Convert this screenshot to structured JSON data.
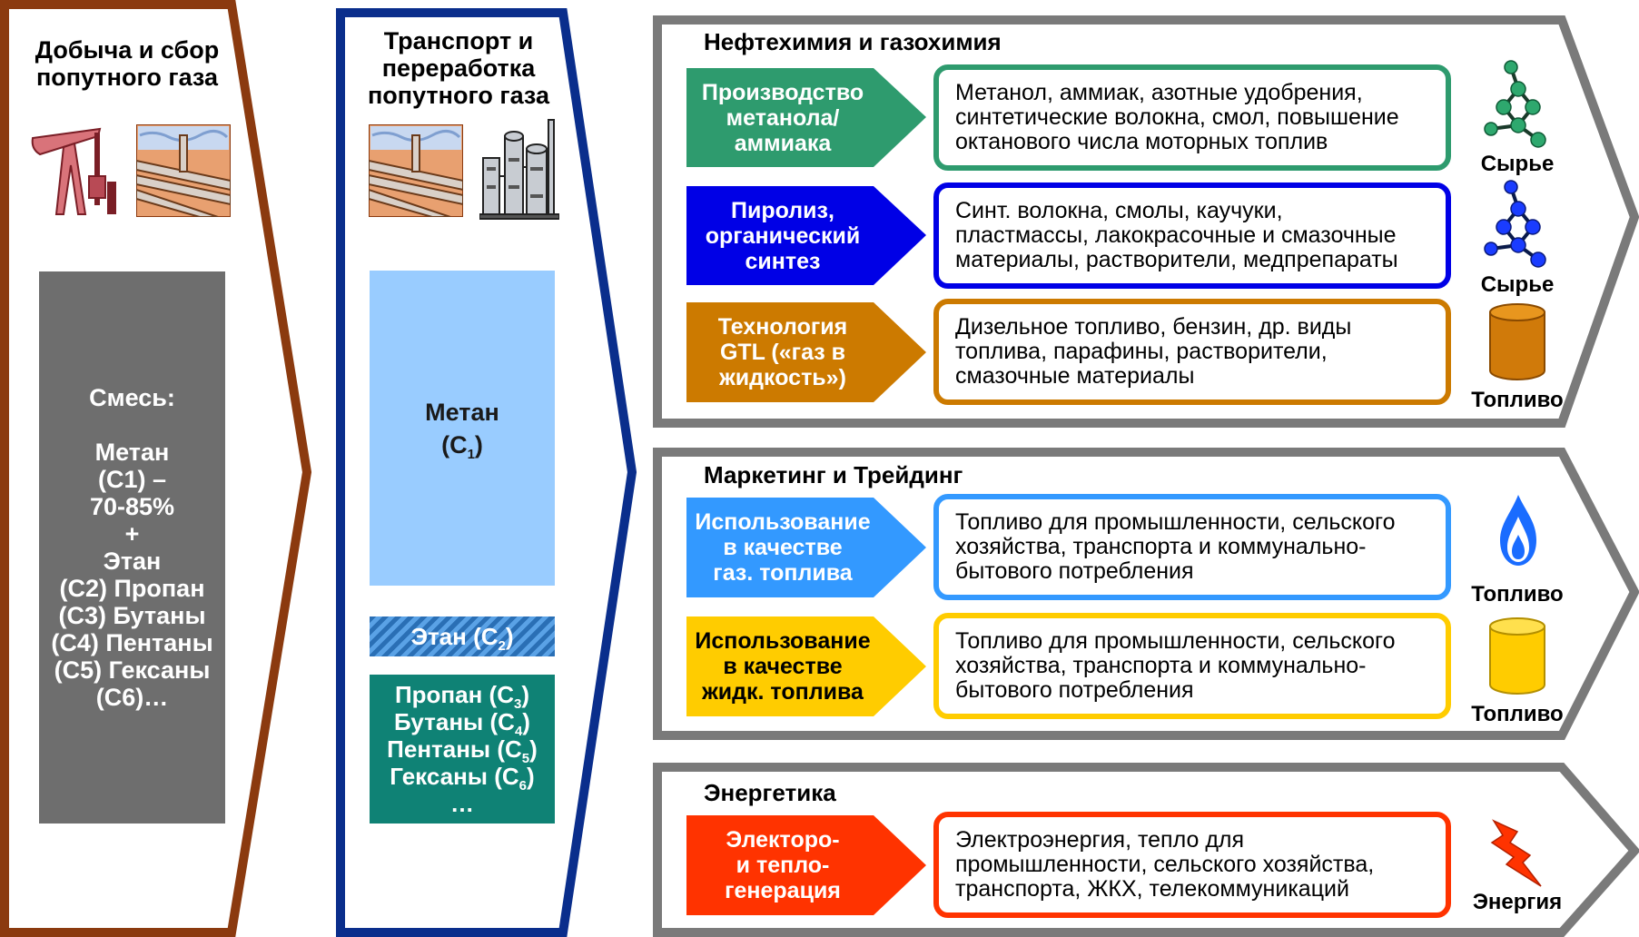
{
  "colors": {
    "col1_border": "#8b3a0f",
    "col2_border": "#0a2e8c",
    "section_border": "#7a7a7a",
    "mix_bg": "#6e6e6e",
    "methane_bg": "#99ccff",
    "heavy_bg": "#0f8275",
    "green": "#2e9b6e",
    "blue": "#0000e6",
    "orange": "#cc7a00",
    "lightblue": "#3399ff",
    "yellow": "#ffcc00",
    "red": "#ff3300"
  },
  "col1": {
    "title": [
      "Добыча и сбор",
      "попутного газа"
    ],
    "icons": [
      "oil-pump-icon",
      "pipeline-icon"
    ],
    "mix_lines": [
      "Смесь:",
      "",
      "Метан",
      "(C1) –",
      "70-85%",
      "+",
      "Этан",
      "(C2) Пропан",
      "(C3) Бутаны",
      "(C4) Пентаны",
      "(C5) Гексаны",
      "(C6)…"
    ]
  },
  "col2": {
    "title": [
      "Транспорт и",
      "переработка",
      "попутного газа"
    ],
    "icons": [
      "pipeline-icon",
      "refinery-icon"
    ],
    "methane": {
      "name": "Метан",
      "formula": "C",
      "sub": "1"
    },
    "ethane": {
      "name": "Этан",
      "formula": "C",
      "sub": "2"
    },
    "heavy": [
      {
        "name": "Пропан",
        "formula": "C",
        "sub": "3"
      },
      {
        "name": "Бутаны",
        "formula": "C",
        "sub": "4"
      },
      {
        "name": "Пентаны",
        "formula": "C",
        "sub": "5"
      },
      {
        "name": "Гексаны",
        "formula": "C",
        "sub": "6"
      }
    ],
    "heavy_more": "…"
  },
  "sections": [
    {
      "title": "Нефтехимия и газохимия",
      "rows": [
        {
          "color": "green",
          "tag": [
            "Производство",
            "метанола/",
            "аммиака"
          ],
          "desc": [
            "Метанол, аммиак, азотные удобрения,",
            "синтетические волокна, смол, повышение",
            "октанового числа моторных топлив"
          ],
          "icon": "green-molecule-icon",
          "label": "Сырье"
        },
        {
          "color": "blue",
          "tag": [
            "Пиролиз,",
            "органический",
            "синтез"
          ],
          "desc": [
            "Синт. волокна, смолы, каучуки,",
            "пластмассы, лакокрасочные и смазочные",
            "материалы, растворители, медпрепараты"
          ],
          "icon": "blue-molecule-icon",
          "label": "Сырье"
        },
        {
          "color": "orange",
          "tag": [
            "Технология",
            "GTL («газ в",
            "жидкость»)"
          ],
          "desc": [
            "Дизельное топливо, бензин, др. виды",
            "топлива, парафины, растворители,",
            "смазочные материалы"
          ],
          "icon": "orange-barrel-icon",
          "label": "Топливо"
        }
      ]
    },
    {
      "title": "Маркетинг и Трейдинг",
      "rows": [
        {
          "color": "lightblue",
          "tag": [
            "Использование",
            "в качестве",
            "газ. топлива"
          ],
          "desc": [
            "Топливо для промышленности, сельского",
            "хозяйства, транспорта и коммунально-",
            "бытового потребления"
          ],
          "icon": "gas-flame-icon",
          "label": "Топливо"
        },
        {
          "color": "yellow",
          "tag": [
            "Использование",
            "в качестве",
            "жидк. топлива"
          ],
          "desc": [
            "Топливо для промышленности, сельского",
            "хозяйства, транспорта и коммунально-",
            "бытового потребления"
          ],
          "icon": "yellow-barrel-icon",
          "label": "Топливо"
        }
      ]
    },
    {
      "title": "Энергетика",
      "rows": [
        {
          "color": "red",
          "tag": [
            "Электоро-",
            "и тепло-",
            "генерация"
          ],
          "desc": [
            "Электроэнергия, тепло для",
            "промышленности, сельского хозяйства,",
            "транспорта, ЖКХ, телекоммуникаций"
          ],
          "icon": "lightning-icon",
          "label": "Энергия"
        }
      ]
    }
  ]
}
